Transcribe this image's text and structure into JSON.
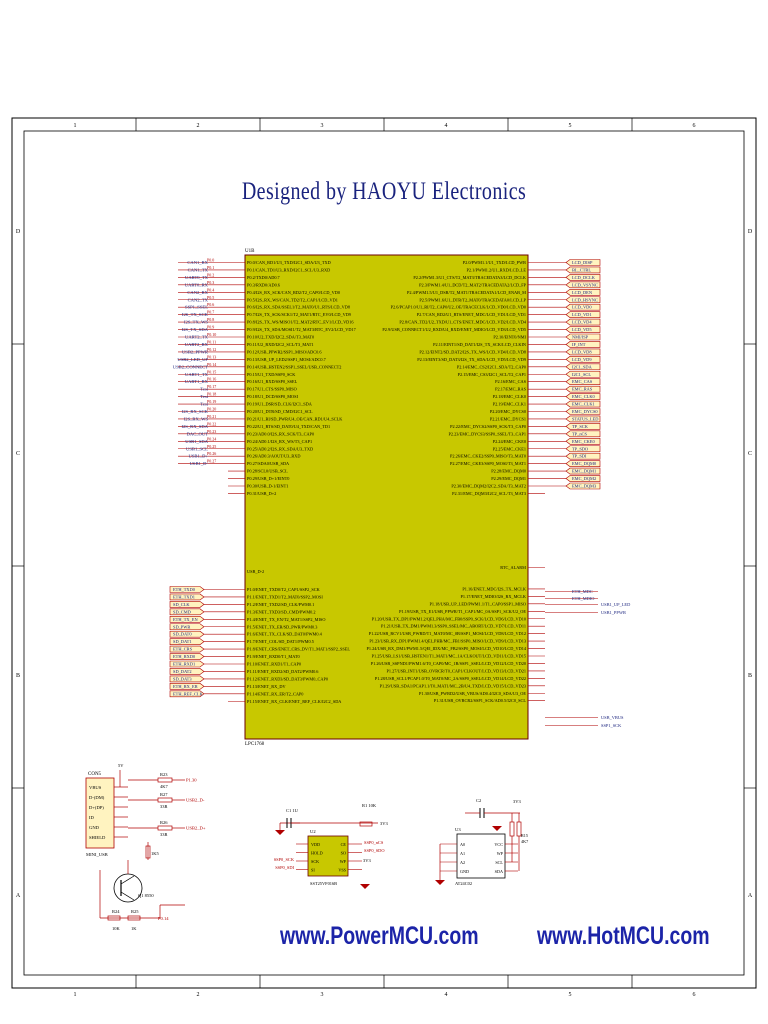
{
  "schematic": {
    "title": "Designed by HAOYU Electronics",
    "column_numbers": [
      "1",
      "2",
      "3",
      "4",
      "5",
      "6"
    ],
    "row_letters": [
      "D",
      "C",
      "B",
      "A"
    ],
    "footer_urls": [
      "www.PowerMCU.com",
      "www.HotMCU.com"
    ],
    "colors": {
      "chip_fill": "#c8c800",
      "wire": "#b00000",
      "text_blue": "#1a237e",
      "net_flag_fill": "#fff3c0"
    },
    "mcu": {
      "ref": "U1B",
      "part": "LPC1768",
      "left_pins": [
        "P0.0/CAN_RD1/U3_TXD/I2C1_SDA/U3_TXD",
        "P0.1/CAN_TD1/U3_RXD/I2C1_SCL/U3_RXD",
        "P0.2/TXD0/AD0.7",
        "P0.3/RXD0/AD0.6",
        "P0.4/I2S_RX_SCK/CAN_RD2/T2_CAP0/LCD_VD0",
        "P0.5/I2S_RX_WS/CAN_TD2/T2_CAP1/LCD_VD1",
        "P0.6/I2S_RX_SDA/SSEL1/T2_MAT0/U1_RTS/LCD_VD8",
        "P0.7/I2S_TX_SCK/SCK1/T2_MAT1/RTC_EV0/LCD_VD9",
        "P0.8/I2S_TX_WS/MISO1/T2_MAT2/RTC_EV1/LCD_VD16",
        "P0.9/I2S_TX_SDA/MOSI1/T2_MAT3/RTC_EV2/LCD_VD17",
        "P0.10/U2_TXD/I2C2_SDA/T3_MAT0",
        "P0.11/U2_RXD/I2C2_SCL/T3_MAT1",
        "P0.12/USB_PPWR2/SSP1_MISO/ADC0.6",
        "P0.13/USB_UP_LED2/SSP1_MOSI/ADC0.7",
        "P0.14/USB_HSTEN2/SSP1_SSEL/USB_CONNECT2",
        "P0.15/U1_TXD/SSP0_SCK",
        "P0.16/U1_RXD/SSP0_SSEL",
        "P0.17/U1_CTS/SSP0_MISO",
        "P0.18/U1_DCD/SSP0_MOSI",
        "P0.19/U1_DSR/SD_CLK/I2C1_SDA",
        "P0.20/U1_DTR/SD_CMD/I2C1_SCL",
        "P0.21/U1_RI/SD_PWR/U4_OE/CAN_RD1/U4_SCLK",
        "P0.22/U1_RTS/SD_DAT0/U4_TXD/CAN_TD1",
        "P0.23/AD0.0/I2S_RX_SCK/T3_CAP0",
        "P0.24/AD0.1/I2S_RX_WS/T3_CAP1",
        "P0.25/AD0.2/I2S_RX_SDA/U3_TXD",
        "P0.26/AD0.3/AOUT/U3_RXD",
        "P0.27/SDA0/USB_SDA",
        "P0.28/SCL0/USB_SCL",
        "P0.29/USB_D+1/EINT0",
        "P0.30/USB_D-1/EINT1",
        "P0.31/USB_D+2"
      ],
      "left_lower_pins": [
        "P1.0/ENET_TXD0/T2_CAP1/SSP2_SCK",
        "P1.1/ENET_TXD1/T2_MAT0/SSP2_MOSI",
        "P1.2/ENET_TXD2/SD_CLK/PWM0.1",
        "P1.3/ENET_TXD3/SD_CMD/PWM0.2",
        "P1.4/ENET_TX_EN/T2_MAT1/SSP2_MISO",
        "P1.5/ENET_TX_ER/SD_PWR/PWM0.3",
        "P1.6/ENET_TX_CLK/SD_DAT0/PWM0.4",
        "P1.7/ENET_COL/SD_DAT1/PWM0.5",
        "P1.8/ENET_CRS/ENET_CRS_DV/T1_MAT1/SSP2_SSEL",
        "P1.9/ENET_RXD0/T1_MAT0",
        "P1.10/ENET_RXD1/T1_CAP0",
        "P1.11/ENET_RXD2/SD_DAT2/PWM0.6",
        "P1.12/ENET_RXD3/SD_DAT3/PWM0_CAP0",
        "P1.13/ENET_RX_DV",
        "P1.14/ENET_RX_ER/T2_CAP0",
        "P1.15/ENET_RX_CLK/ENET_REF_CLK/I2C2_SDA"
      ],
      "right_pins": [
        "P2.0/PWM1.1/U1_TXD/LCD_PWR",
        "P2.1/PWM1.2/U1_RXD/LCD_LE",
        "P2.2/PWM1.3/U1_CTS/T2_MAT3/TRACEDATA3/LCD_DCLK",
        "P2.3/PWM1.4/U1_DCD/T2_MAT2/TRACEDATA2/LCD_FP",
        "P2.4/PWM1.5/U1_DSR/T2_MAT1/TRACEDATA1/LCD_ENAB_M",
        "P2.5/PWM1.6/U1_DTR/T2_MAT0/TRACEDATA0/LCD_LP",
        "P2.6/PCAP1.0/U1_RI/T2_CAP0/U2_OE/TRACECLK/LCD_VD0/LCD_VD0",
        "P2.7/CAN_RD2/U1_RTS/ENET_MDC/LCD_VD1/LCD_VD1",
        "P2.8/CAN_TD2/U2_TXD/U1_CTS/ENET_MDC/LCD_VD2/LCD_VD4",
        "P2.9/USB_CONNECT1/U2_RXD/U4_RXD/ENET_MDIO/LCD_VD3/LCD_VD5",
        "P2.10/EINT0/NMI",
        "P2.11/EINT1/SD_DAT1/I2S_TX_SCK/LCD_CLKIN",
        "P2.12/EINT2/SD_DAT2/I2S_TX_WS/LCD_VD4/LCD_VD8",
        "P2.13/EINT3/SD_DAT3/I2S_TX_SDA/LCD_VD5/LCD_VD9",
        "P2.14/EMC_CS2/I2C1_SDA/T2_CAP0",
        "P2.15/EMC_CS3/I2C1_SCL/T2_CAP1",
        "P2.16/EMC_CAS",
        "P2.17/EMC_RAS",
        "P2.18/EMC_CLK0",
        "P2.19/EMC_CLK1",
        "P2.20/EMC_DYCS0",
        "P2.21/EMC_DYCS1",
        "P2.22/EMC_DYCS2/SSP0_SCK/T3_CAP0",
        "P2.23/EMC_DYCS3/SSP0_SSEL/T3_CAP1",
        "P2.24/EMC_CKE0",
        "P2.25/EMC_CKE1",
        "P2.26/EMC_CKE2/SSP0_MISO/T3_MAT0",
        "P2.27/EMC_CKE3/SSP0_MOSI/T3_MAT1",
        "P2.28/EMC_DQM0",
        "P2.29/EMC_DQM1",
        "P2.30/EMC_DQM2/I2C2_SDA/T3_MAT2",
        "P2.31/EMC_DQM3/I2C2_SCL/T3_MAT3"
      ],
      "right_lower_pins": [
        "RTC_ALARM",
        "P1.16/ENET_MDC/I2S_TX_MCLK",
        "P1.17/ENET_MDIO/I2S_RX_MCLK",
        "P1.18/USB_UP_LED/PWM1.1/T1_CAP0/SSP1_MISO",
        "P1.19/USB_TX_E1/USB_PPWR/T1_CAP1/MC_0A/SSP1_SCK/U2_OE",
        "P1.20/USB_TX_DP1/PWM1.2/QEI_PHA/MC_FB0/SSP0_SCK/LCD_VD6/LCD_VD10",
        "P1.21/USB_TX_DM1/PWM1.3/SSP0_SSEL/MC_ABORT/LCD_VD7/LCD_VD11",
        "P1.22/USB_RCV1/USB_PWRD/T1_MAT0/MC_0B/SSP1_MOSI/LCD_VD8/LCD_VD12",
        "P1.23/USB_RX_DP1/PWM1.4/QEI_PHB/MC_FB1/SSP0_MISO/LCD_VD9/LCD_VD13",
        "P1.24/USB_RX_DM1/PWM1.5/QEI_IDX/MC_FB2/SSP0_MOSI/LCD_VD10/LCD_VD14",
        "P1.25/USB_LS1/USB_HSTEN1/T1_MAT1/MC_1A/CLKOUT/LCD_VD11/LCD_VD15",
        "P1.26/USB_SSPND1/PWM1.6/T0_CAP0/MC_1B/SSP1_SSEL/LCD_VD12/LCD_VD20",
        "P1.27/USB_INT1/USB_OVRCR/T0_CAP1/CLKOUT/LCD_VD13/LCD_VD21",
        "P1.28/USB_SCL1/PCAP1.0/T0_MAT0/MC_2A/SSP0_SSEL/LCD_VD14/LCD_VD22",
        "P1.29/USB_SDA1/PCAP1.1/T0_MAT1/MC_2B/U4_TXD/LCD_VD15/LCD_VD23",
        "P1.30/USB_PWRD2/USB_VBUS/AD0.4/I2C0_SDA/U3_OE",
        "P1.31/USB_OVRCR2/SSP1_SCK/AD0.5/I2C0_SCL"
      ]
    },
    "left_nets": [
      "CAN1_RX",
      "CAN1_TX",
      "UART0_TX",
      "UART0_RX",
      "CAN2_RX",
      "CAN2_TX",
      "SSP1_SSEL",
      "I2S_TX_SCK",
      "I2S_TX_WS",
      "I2S_TX_SDA",
      "UART2_TX",
      "UART2_RX",
      "USB2_PPWR",
      "USB2_LED_UP",
      "USB2_CONNECT",
      "UART1_TX",
      "UART1_RX",
      "Test",
      "Test",
      "Test",
      "I2S_RX_SCK",
      "I2S_RX_WS",
      "I2S_RX_SDA",
      "DAC_OUT",
      "USB1_SDA",
      "USB1_SCL",
      "USB1_D+",
      "USB1_D-"
    ],
    "left_lower_nets": [
      "ETH_TXD0",
      "ETH_TXD1",
      "SD_CLK",
      "SD_CMD",
      "ETH_TX_EN",
      "SD_PWR",
      "SD_DAT0",
      "SD_DAT1",
      "ETH_CRS",
      "ETH_RXD0",
      "ETH_RXD1",
      "SD_DAT2",
      "SD_DAT3",
      "ETH_RX_ER",
      "ETH_REF_CLK"
    ],
    "right_nets": [
      "LCD_DISP",
      "BL_CTRL",
      "LCD_DCLK",
      "LCD_VSYNC",
      "LCD_DEN",
      "LCD_HSYNC",
      "LCD_VD0",
      "LCD_VD1",
      "LCD_VD4",
      "LCD_VD5",
      "NMI/ISP",
      "IF_INT",
      "LCD_VD8",
      "LCD_VD9",
      "I2C1_SDA",
      "I2C1_SCL",
      "EMC_CAS",
      "EMC_RAS",
      "EMC_CLK0",
      "EMC_CLK1",
      "EMC_DYCS0",
      "STATUS_LED",
      "TP_SCK",
      "TP_nCS",
      "EMC_CKE0",
      "TP_SDO",
      "TP_SDI",
      "EMC_DQM0",
      "EMC_DQM1",
      "EMC_DQM2",
      "EMC_DQM3"
    ],
    "right_lower_nets": [
      "ETH_MDC",
      "ETH_MDIO",
      "USB1_UP_LED",
      "USB1_PPWR",
      "USB_VBUS",
      "SSP1_SCK"
    ],
    "usb": {
      "ref": "CON5",
      "label": "MINI_USB",
      "pins": [
        "VBUS",
        "D-(DM)",
        "D+(DP)",
        "ID",
        "GND",
        "SHIELD"
      ],
      "resistors": [
        "R23",
        "R27",
        "R26"
      ],
      "values": [
        "4K7",
        "33R",
        "33R"
      ],
      "nets": [
        "P1.30",
        "USB2_D-",
        "USB2_D+"
      ],
      "transistor": "Q1 8550",
      "r_bot": [
        "R24 10K",
        "R25 1K"
      ],
      "net_bot": "P0.14"
    },
    "flash": {
      "ref": "U2",
      "part": "SST25VF016B",
      "cap": "C1 1U",
      "res": "R1 10K",
      "nets": [
        "SSP0_nCS",
        "SSP0_SDO",
        "SSP0_SCK",
        "SSP0_SDI"
      ],
      "pins_l": [
        "VDD",
        "HOLD",
        "SCK",
        "SI"
      ],
      "pins_r": [
        "CE",
        "SO",
        "WP",
        "VSS"
      ],
      "rail": "3V3"
    },
    "eeprom": {
      "ref": "U3",
      "part": "AT24C02",
      "cap": "C2",
      "res": [
        "R15 4K7",
        "R16 4K7"
      ],
      "pins_l": [
        "A0",
        "A1",
        "A2",
        "GND"
      ],
      "pins_r": [
        "VCC",
        "WP",
        "SCL",
        "SDA"
      ],
      "rail": "3V3"
    }
  }
}
